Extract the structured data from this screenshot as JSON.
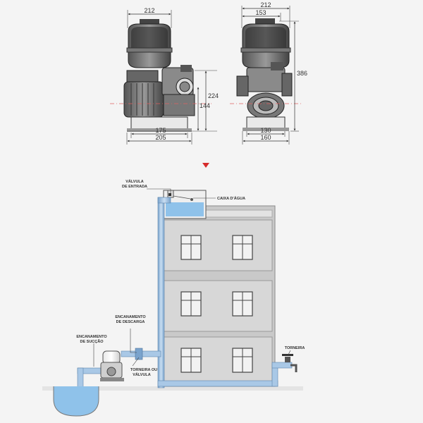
{
  "front_view": {
    "width_top": "212",
    "height_small": "224",
    "height_right": "144",
    "base_inner": "175",
    "base_outer": "205"
  },
  "side_view": {
    "width_top": "212",
    "width_inner": "153",
    "height_total": "386",
    "base_inner": "130",
    "base_outer": "160"
  },
  "labels": {
    "inlet_valve_1": "VÁLVULA",
    "inlet_valve_2": "DE ENTRADA",
    "water_tank": "CAIXA D'ÁGUA",
    "discharge_1": "ENCANAMENTO",
    "discharge_2": "DE DESCARGA",
    "suction_1": "ENCANAMENTO",
    "suction_2": "DE SUCÇÃO",
    "valve_1": "TORNEIRA OU",
    "valve_2": "VÁLVULA",
    "faucet": "TORNEIRA"
  },
  "colors": {
    "water": "#8fc2ea",
    "pipe": "#a9c8e6",
    "marker": "#d62b2b",
    "centerline": "#e06060"
  }
}
